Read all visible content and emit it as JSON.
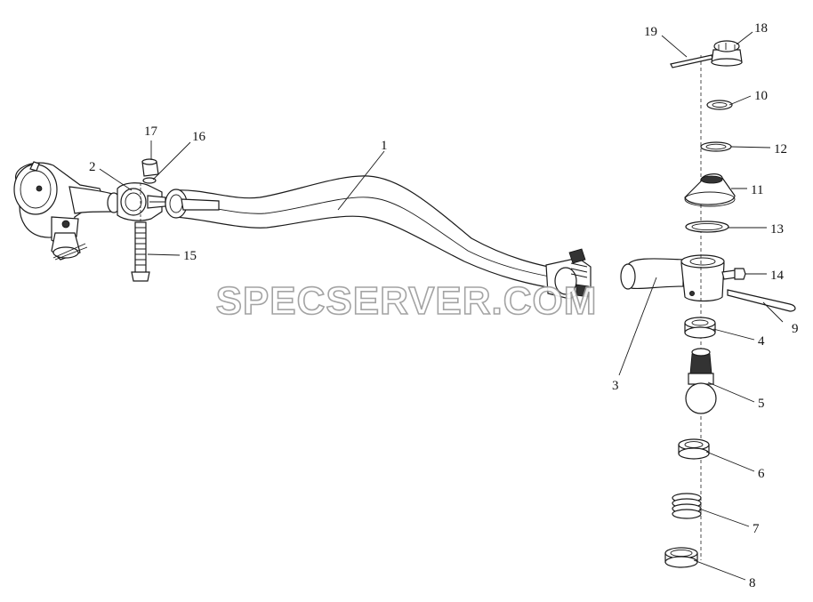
{
  "watermark": "SPECSERVER.COM",
  "callouts": [
    {
      "id": "1",
      "text": "1"
    },
    {
      "id": "2",
      "text": "2"
    },
    {
      "id": "3",
      "text": "3"
    },
    {
      "id": "4",
      "text": "4"
    },
    {
      "id": "5",
      "text": "5"
    },
    {
      "id": "6",
      "text": "6"
    },
    {
      "id": "7",
      "text": "7"
    },
    {
      "id": "8",
      "text": "8"
    },
    {
      "id": "9",
      "text": "9"
    },
    {
      "id": "10",
      "text": "10"
    },
    {
      "id": "11",
      "text": "11"
    },
    {
      "id": "12",
      "text": "12"
    },
    {
      "id": "13",
      "text": "13"
    },
    {
      "id": "14",
      "text": "14"
    },
    {
      "id": "15",
      "text": "15"
    },
    {
      "id": "16",
      "text": "16"
    },
    {
      "id": "17",
      "text": "17"
    },
    {
      "id": "18",
      "text": "18"
    },
    {
      "id": "19",
      "text": "19"
    }
  ]
}
